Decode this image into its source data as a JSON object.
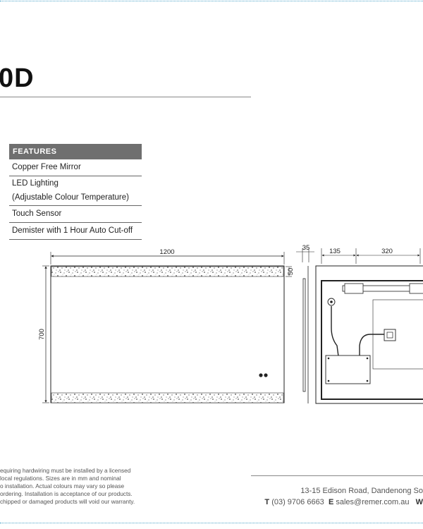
{
  "product_title": "0D",
  "features": {
    "heading": "FEATURES",
    "items": [
      "Copper Free Mirror",
      "LED Lighting",
      "(Adjustable Colour Temperature)",
      "Touch Sensor",
      "Demister with 1 Hour Auto Cut-off"
    ]
  },
  "dimensions": {
    "width": "1200",
    "height": "700",
    "band": "50",
    "depth": "35",
    "rear_left": "135",
    "rear_mid": "320"
  },
  "disclaimer": [
    "equiring hardwiring must be installed by a licensed",
    "local regulations. Sizes are in mm and nominal",
    "o installation. Actual colours may vary so please",
    "ordering. Installation is acceptance of our products.",
    "chipped or damaged products will void our warranty."
  ],
  "footer": {
    "address": "13-15 Edison Road, Dandenong So",
    "phone_label": "T",
    "phone": "(03) 9706 6663",
    "email_label": "E",
    "email": "sales@remer.com.au",
    "web_label": "W"
  },
  "colors": {
    "header_bg": "#6f6f6f",
    "dotted_border": "#4aa3c8"
  }
}
